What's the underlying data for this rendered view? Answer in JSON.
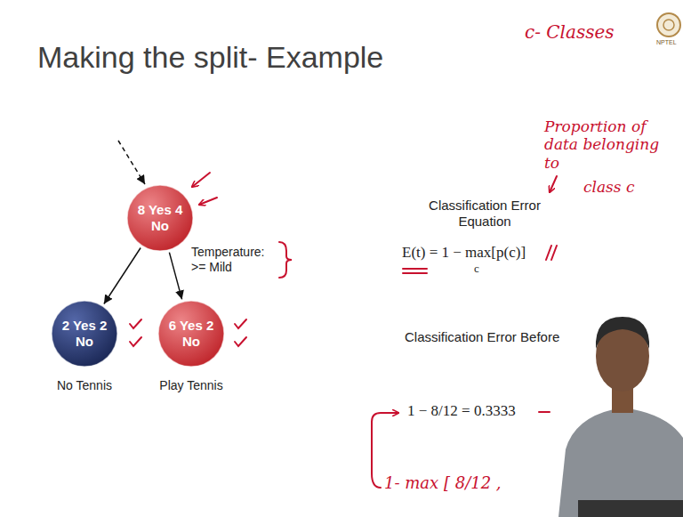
{
  "diagram": {
    "title": "Making the split- Example",
    "nodes": [
      {
        "text": [
          "8 Yes 4 No"
        ]
      },
      {
        "text": [
          "2 Yes 2 No"
        ]
      },
      {
        "text": [
          "6 Yes 2 No"
        ]
      }
    ],
    "edges": [
      {
        "from": 0,
        "to": 1,
        "arrow": "to"
      },
      {
        "from": 0,
        "to": 2,
        "arrow": "to"
      }
    ],
    "labels": [
      "Temperature: >= Mild",
      "No Tennis",
      "Play Tennis",
      "Classification Error Equation",
      "E(t) = 1 − max[p(c)]",
      "c",
      "Classification Error Before",
      "1 − 8/12 = 0.3333",
      "c- Classes",
      "Proportion of data belonging to",
      "class c",
      "1- max [ 8/12 ,",
      "NPTEL"
    ]
  }
}
